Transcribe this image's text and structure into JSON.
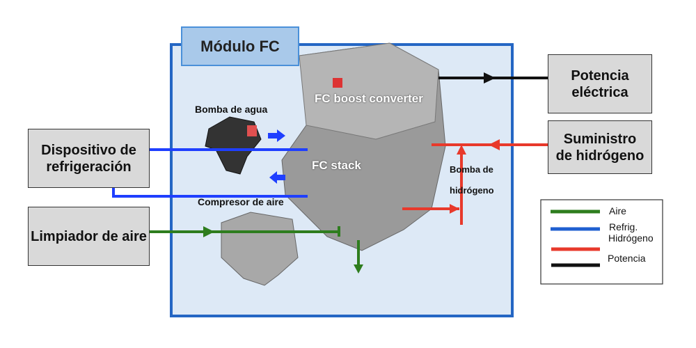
{
  "module": {
    "title": "Módulo FC"
  },
  "external": {
    "cooling": "Dispositivo de refrigeración",
    "air_cleaner": "Limpiador de aire",
    "power": "Potencia eléctrica",
    "hydrogen_supply": "Suministro de hidrógeno"
  },
  "components": {
    "boost_converter": "FC boost converter",
    "stack": "FC stack",
    "water_pump": "Bomba de agua",
    "air_compressor": "Compresor de aire",
    "hydrogen_pump_1": "Bomba de",
    "hydrogen_pump_2": "hidrógeno"
  },
  "legend": [
    {
      "label": "Aire",
      "color": "#2e7d1e"
    },
    {
      "label": "Refrig.",
      "color": "#1f5fd0"
    },
    {
      "label": "Hidrógeno",
      "color": "#e8392b"
    },
    {
      "label": "Potencia",
      "color": "#111111"
    }
  ],
  "colors": {
    "air": "#2e7d1e",
    "coolant": "#1f3fff",
    "hydrogen": "#e8392b",
    "power": "#111111",
    "module_fill": "#dde9f6",
    "module_border": "#2466c4"
  }
}
